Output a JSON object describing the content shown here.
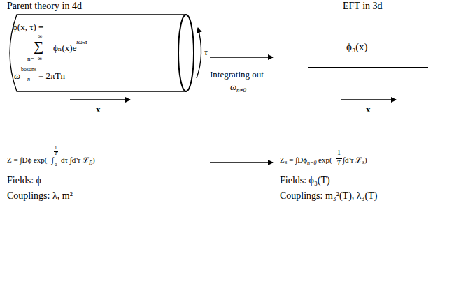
{
  "diagram": {
    "nodes": [
      {
        "text": [
          "ϕ(x, τ) =",
          "∞",
          "∑",
          "n=−∞",
          "ϕₙ(x)e",
          "iωₙτ",
          "ω",
          "bosons",
          "n",
          "= 2πTn"
        ]
      }
    ],
    "labels": [
      "Parent theory in 4d",
      "EFT in 3d",
      "τ",
      "x",
      "Integrating out",
      "ω",
      "n≠0",
      "ϕ₃(x)",
      "x",
      "Z = ∫Dϕ exp(−∫",
      "1",
      "T",
      "0",
      "dτ ∫d³r ℒ",
      "E",
      ")",
      "Z₃ = ∫Dϕ",
      "n=0",
      "exp(−",
      "1",
      "T",
      "∫d³r ℒ₃)",
      "Fields: ϕ",
      "Couplings: λ, m²",
      "Fields: ϕ₃(T)",
      "Couplings: m₃²(T), λ₃(T)"
    ]
  }
}
